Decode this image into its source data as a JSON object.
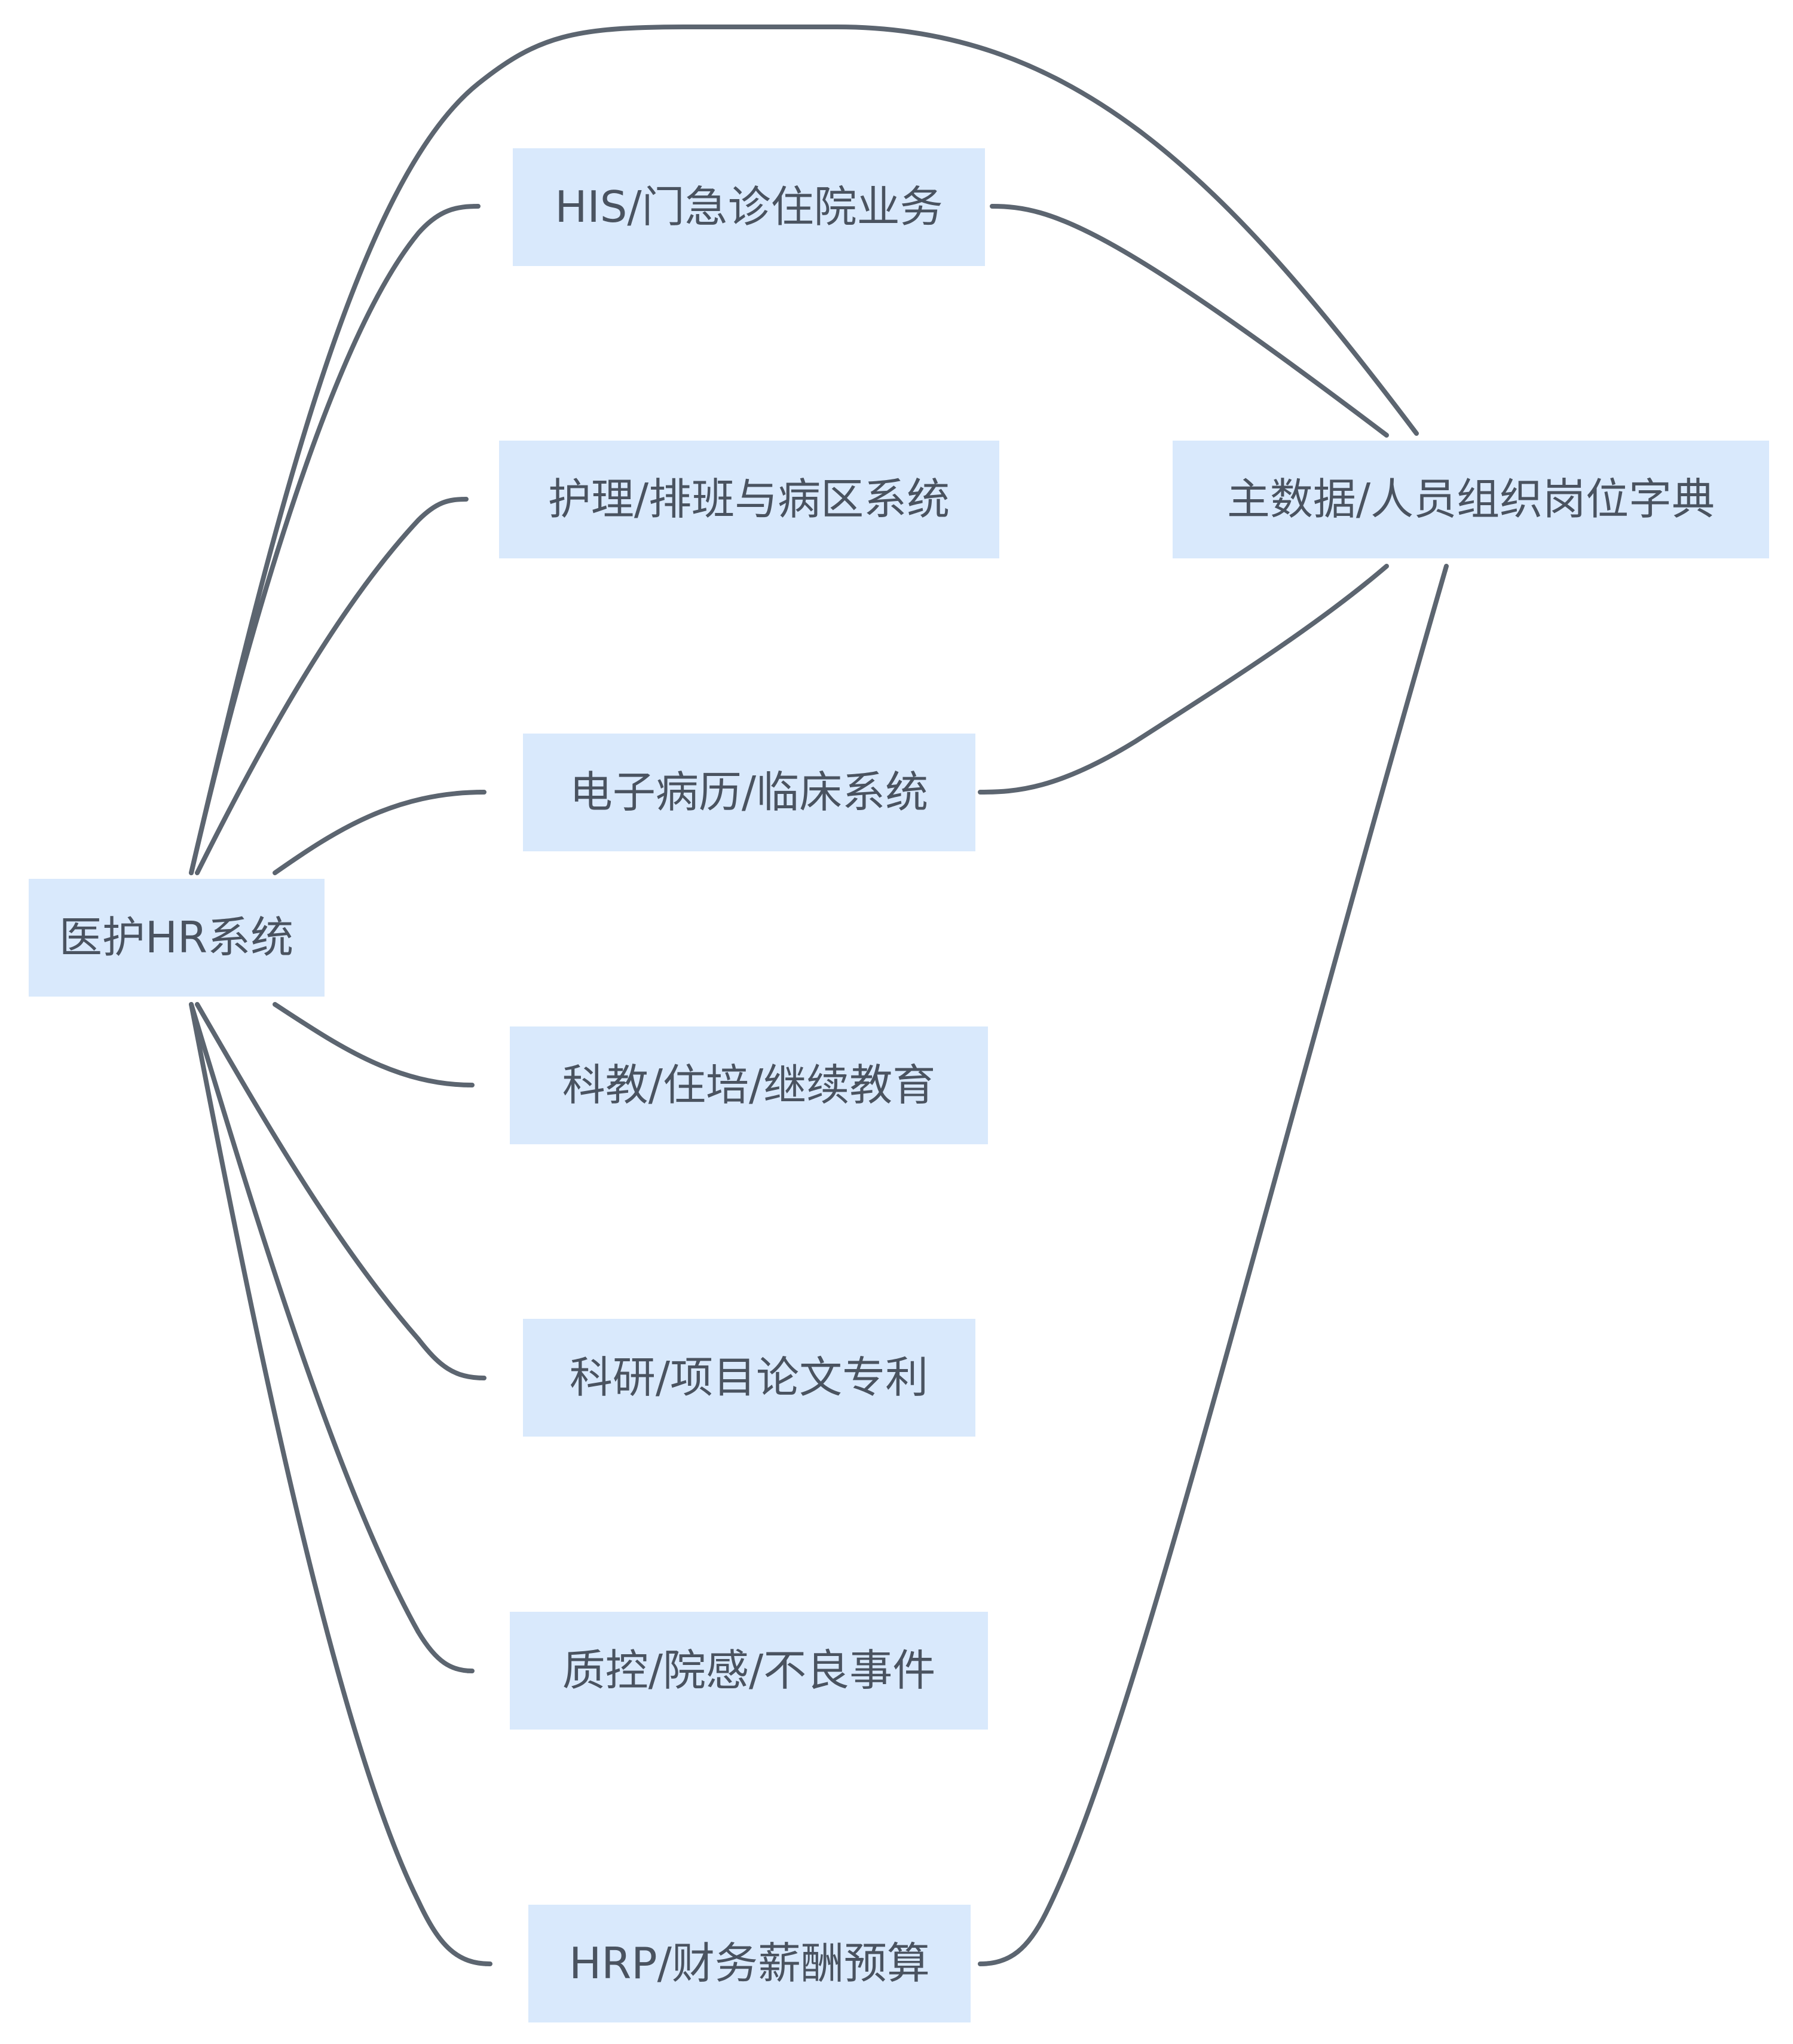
{
  "diagram": {
    "type": "flowchart",
    "direction": "left-to-right",
    "colors": {
      "node_fill": "#d9e9fc",
      "node_text": "#4a5360",
      "edge": "#5c6570",
      "background": "#ffffff"
    },
    "nodes": {
      "hr": "医护HR系统",
      "his": "HIS/门急诊住院业务",
      "nursing": "护理/排班与病区系统",
      "emr": "电子病历/临床系统",
      "edu": "科教/住培/继续教育",
      "research": "科研/项目论文专利",
      "quality": "质控/院感/不良事件",
      "hrp": "HRP/财务薪酬预算",
      "mdm": "主数据/人员组织岗位字典"
    },
    "edges": [
      {
        "from": "医护HR系统",
        "to": "HIS/门急诊住院业务"
      },
      {
        "from": "医护HR系统",
        "to": "护理/排班与病区系统"
      },
      {
        "from": "医护HR系统",
        "to": "电子病历/临床系统"
      },
      {
        "from": "医护HR系统",
        "to": "科教/住培/继续教育"
      },
      {
        "from": "医护HR系统",
        "to": "科研/项目论文专利"
      },
      {
        "from": "医护HR系统",
        "to": "质控/院感/不良事件"
      },
      {
        "from": "医护HR系统",
        "to": "HRP/财务薪酬预算"
      },
      {
        "from": "医护HR系统",
        "to": "主数据/人员组织岗位字典"
      },
      {
        "from": "HIS/门急诊住院业务",
        "to": "主数据/人员组织岗位字典"
      },
      {
        "from": "电子病历/临床系统",
        "to": "主数据/人员组织岗位字典"
      },
      {
        "from": "HRP/财务薪酬预算",
        "to": "主数据/人员组织岗位字典"
      }
    ]
  }
}
